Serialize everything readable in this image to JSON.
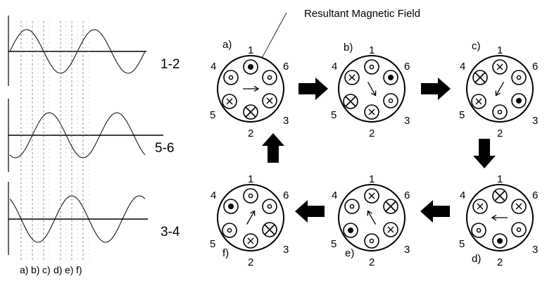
{
  "title": "Resultant Magnetic Field",
  "waves": [
    {
      "label": "1-2",
      "phase_deg": 0
    },
    {
      "label": "5-6",
      "phase_deg": 120
    },
    {
      "label": "3-4",
      "phase_deg": 240
    }
  ],
  "time_labels": [
    "a)",
    "b)",
    "c)",
    "d)",
    "e)",
    "f)"
  ],
  "stator": {
    "slot_labels": [
      "1",
      "2",
      "3",
      "4",
      "5",
      "6"
    ],
    "steps": [
      {
        "label": "a)",
        "slots": {
          "1": "dot",
          "2": "cross",
          "3": "cross-small",
          "4": "circle",
          "5": "cross-small",
          "6": "circle"
        },
        "arrow": "right"
      },
      {
        "label": "b)",
        "slots": {
          "1": "circle",
          "2": "cross-small",
          "3": "circle",
          "4": "cross-small",
          "5": "cross",
          "6": "dot"
        },
        "arrow": "down-right"
      },
      {
        "label": "c)",
        "slots": {
          "1": "cross-small",
          "2": "circle",
          "3": "dot",
          "4": "cross",
          "5": "cross-small",
          "6": "circle"
        },
        "arrow": "down-left"
      },
      {
        "label": "d)",
        "slots": {
          "1": "cross",
          "2": "dot",
          "3": "circle",
          "4": "cross-small",
          "5": "circle",
          "6": "cross-small"
        },
        "arrow": "left"
      },
      {
        "label": "e)",
        "slots": {
          "1": "cross-small",
          "2": "circle",
          "3": "cross-small",
          "4": "circle",
          "5": "dot",
          "6": "cross"
        },
        "arrow": "up-left"
      },
      {
        "label": "f)",
        "slots": {
          "1": "circle",
          "2": "cross-small",
          "3": "cross",
          "4": "dot",
          "5": "circle",
          "6": "circle"
        },
        "arrow": "up-right"
      }
    ]
  }
}
